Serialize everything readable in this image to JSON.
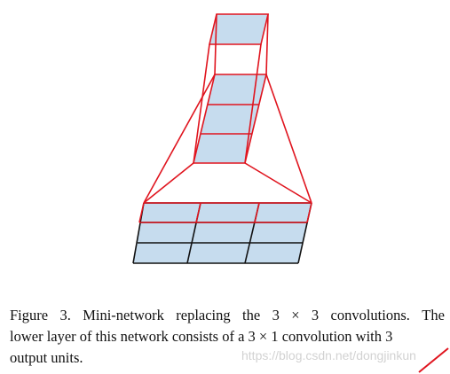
{
  "figure": {
    "fill_color": "#c6dcee",
    "grid_color": "#111111",
    "frustum_color": "#e0141e"
  },
  "caption": {
    "line1": [
      "Figure",
      "3.",
      "Mini-network",
      "replacing",
      "the",
      "3",
      "×",
      "3",
      "convolutions.",
      "The"
    ],
    "line2": "lower layer of this network consists of a 3 × 1 convolution with 3",
    "line3": "output units."
  },
  "watermark": "https://blog.csdn.net/dongjinkun"
}
